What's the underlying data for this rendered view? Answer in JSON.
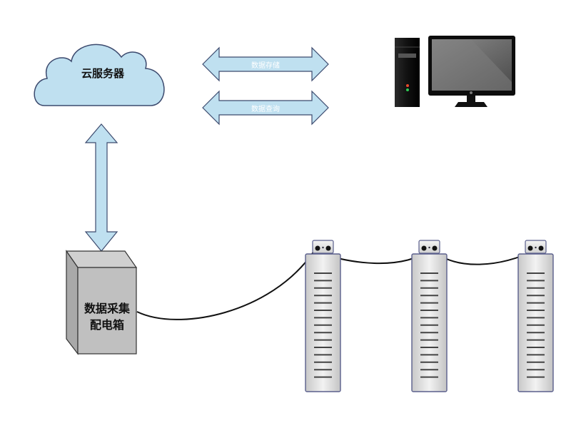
{
  "cloud": {
    "label": "云服务器",
    "fill": "#bfe0f0",
    "stroke": "#3c4a6e"
  },
  "arrows": {
    "fill": "#bfe0f0",
    "stroke": "#3c4a6e",
    "top_label": "数据存储",
    "bottom_label": "数据查询"
  },
  "computer": {
    "icon": "desktop-computer-icon",
    "led_red": "#e8492a",
    "led_green": "#2ecc55"
  },
  "box": {
    "line1": "数据采集",
    "line2": "配电箱",
    "front_fill": "#c0c0c0",
    "side_fill": "#a9a9a9"
  },
  "batteries": {
    "count": 3,
    "stripes": 15,
    "stroke": "#5a5f8c"
  },
  "cable": {
    "color": "#111111"
  }
}
